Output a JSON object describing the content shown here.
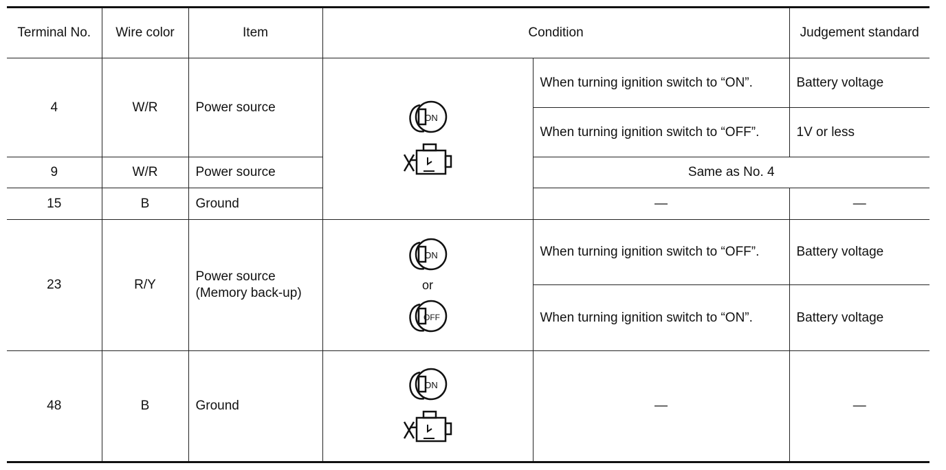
{
  "header": {
    "terminal": "Terminal No.",
    "wire": "Wire color",
    "item": "Item",
    "condition": "Condition",
    "judgement": "Judgement standard"
  },
  "rows": {
    "r4": {
      "terminal": "4",
      "wire": "W/R",
      "item": "Power source",
      "cond_on": "When turning ignition switch to “ON”.",
      "judge_on": "Battery voltage",
      "cond_off": "When turning ignition switch to “OFF”.",
      "judge_off": "1V or less"
    },
    "r9": {
      "terminal": "9",
      "wire": "W/R",
      "item": "Power source",
      "same": "Same as No. 4"
    },
    "r15": {
      "terminal": "15",
      "wire": "B",
      "item": "Ground",
      "cond": "—",
      "judge": "—"
    },
    "r23": {
      "terminal": "23",
      "wire": "R/Y",
      "item": "Power source (Memory back-up)",
      "cond_off": "When turning ignition switch to “OFF”.",
      "judge_off": "Battery voltage",
      "cond_on": "When turning ignition switch to “ON”.",
      "judge_on": "Battery voltage",
      "or": "or"
    },
    "r48": {
      "terminal": "48",
      "wire": "B",
      "item": "Ground",
      "cond": "—",
      "judge": "—"
    }
  },
  "key_labels": {
    "on": "ON",
    "off": "OFF"
  },
  "icons": {
    "ignition_key": "ignition-key-icon",
    "engine_stopped": "engine-stopped-icon"
  }
}
